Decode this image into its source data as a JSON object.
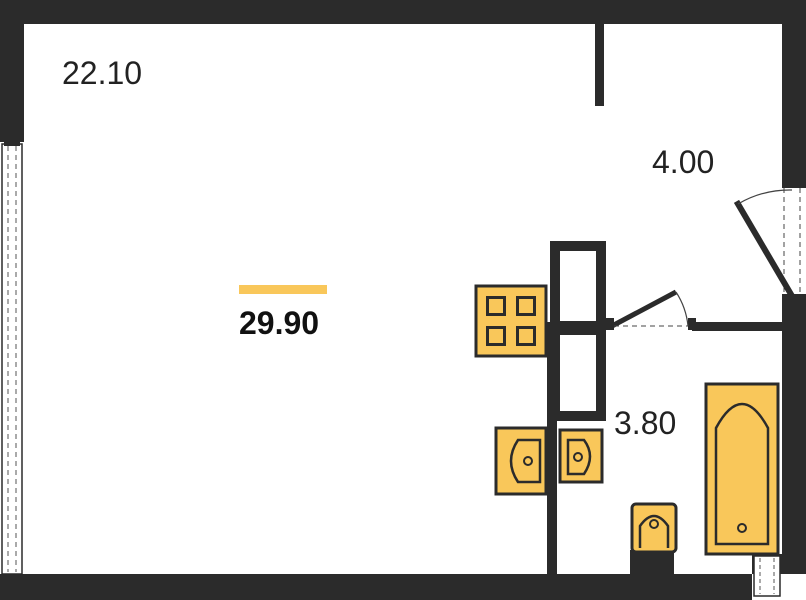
{
  "floor_plan": {
    "total_area": "29.90",
    "rooms": {
      "main": {
        "area": "22.10"
      },
      "hall": {
        "area": "4.00"
      },
      "bath": {
        "area": "3.80"
      }
    },
    "colors": {
      "wall": "#2b2b2b",
      "fixture": "#f9c75a",
      "accent": "#f9c75a",
      "background": "#ffffff"
    }
  }
}
